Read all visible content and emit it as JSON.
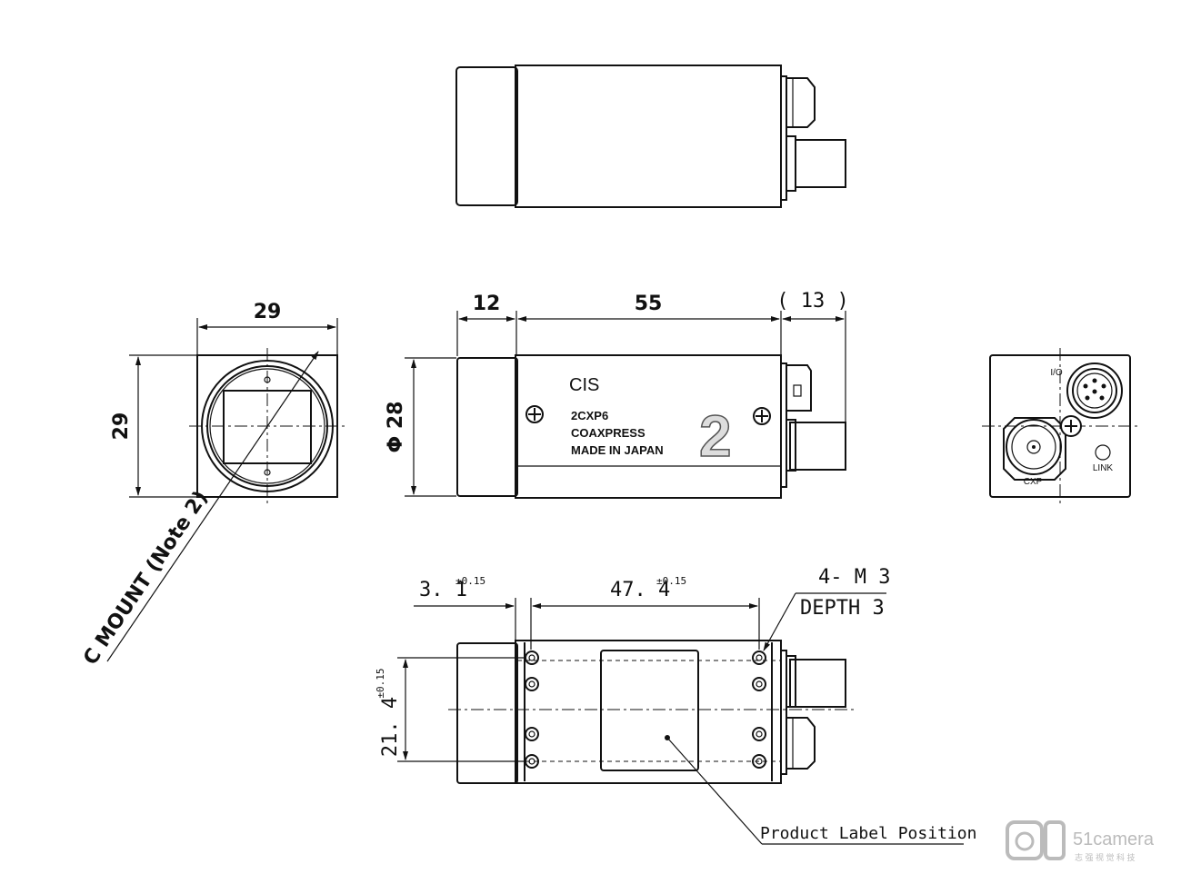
{
  "front_view": {
    "width_dim": "29",
    "height_dim": "29",
    "mount_note": "C MOUNT (Note 2)"
  },
  "side_view": {
    "dim_front": "12",
    "dim_body": "55",
    "dim_connector": "( 13 )",
    "dim_diameter": "Φ 28",
    "label_brand": "CIS",
    "label_model": "2CXP6",
    "label_interface": "COAXPRESS",
    "label_origin": "MADE IN JAPAN",
    "label_big_number": "2"
  },
  "rear_view": {
    "io_label": "I/O",
    "cxp_label": "CXP",
    "link_label": "LINK"
  },
  "bottom_view": {
    "dim_offset": "3. 1",
    "dim_offset_tol": "±0.15",
    "dim_spacing": "47. 4",
    "dim_spacing_tol": "±0.15",
    "dim_height": "21. 4",
    "dim_height_tol": "±0.15",
    "thread_note": "4- M 3",
    "depth_note": "DEPTH  3",
    "label_position_note": "Product Label Position"
  },
  "watermark": {
    "brand": "51camera",
    "sub": "志 强 视 觉 科 技"
  }
}
